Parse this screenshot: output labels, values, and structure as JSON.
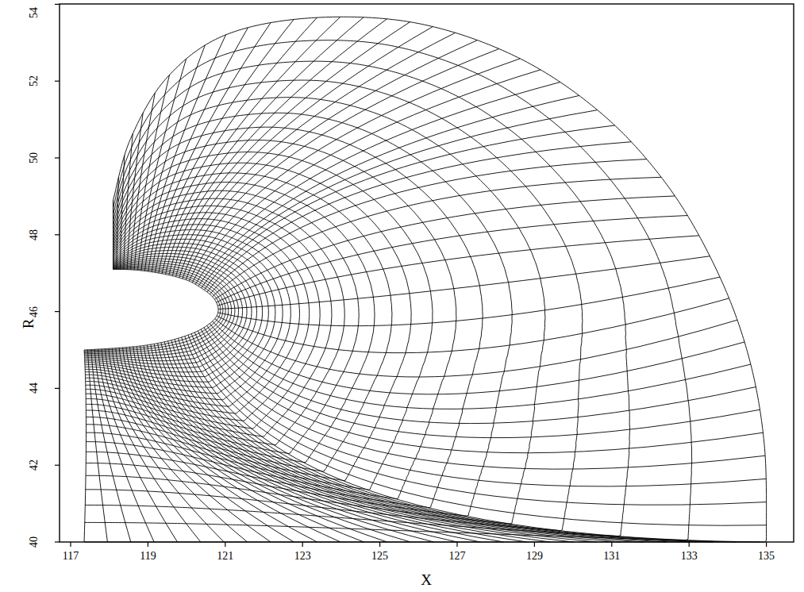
{
  "diagram": {
    "labels": [
      "40",
      "42",
      "44",
      "46",
      "48",
      "50",
      "52",
      "54",
      "117",
      "119",
      "121",
      "123",
      "125",
      "127",
      "129",
      "131",
      "133",
      "135",
      "X",
      "R"
    ]
  }
}
